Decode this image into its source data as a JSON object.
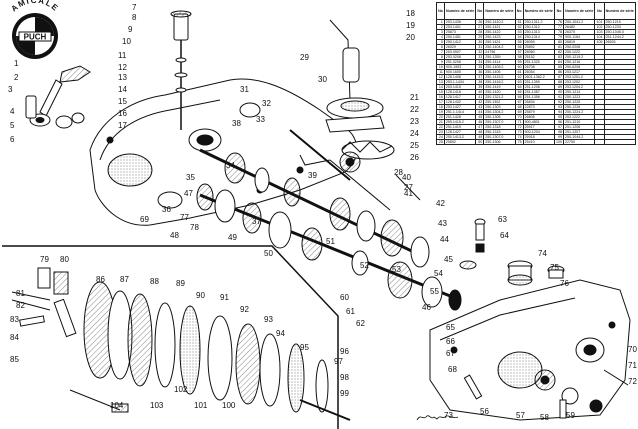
{
  "logo": {
    "top_text": "AMICALE",
    "center_text": "PUCH"
  },
  "table": {
    "header_no": "No",
    "header_ref": "Numéro de série",
    "columns": [
      [
        [
          "1",
          "253.1436"
        ],
        [
          "2",
          "253.1401"
        ],
        [
          "3",
          "25873"
        ],
        [
          "4",
          "250.1451"
        ],
        [
          "5",
          "250.1412"
        ],
        [
          "6",
          "26029"
        ],
        [
          "7",
          "253.0907"
        ],
        [
          "8",
          "253.0208"
        ],
        [
          "9",
          "251.0208"
        ],
        [
          "10",
          "900-1953"
        ],
        [
          "11",
          "900.1605"
        ],
        [
          "12",
          "128.1408"
        ],
        [
          "13",
          "253.1.1434"
        ],
        [
          "14",
          "253.1415"
        ],
        [
          "15",
          "128.1416"
        ],
        [
          "16",
          "128.1417"
        ],
        [
          "17",
          "128.1432"
        ],
        [
          "18",
          "253.1427"
        ],
        [
          "19",
          "251.1.1414"
        ],
        [
          "20",
          "251.1428"
        ],
        [
          "21",
          "255.1415.2"
        ],
        [
          "22",
          "251.1419"
        ],
        [
          "23",
          "128.1427"
        ],
        [
          "24",
          "250.1413.2"
        ],
        [
          "25",
          "25892"
        ]
      ],
      [
        [
          "26",
          "250-1410.2"
        ],
        [
          "27",
          "250-1421"
        ],
        [
          "28",
          "250-1422"
        ],
        [
          "29",
          "250-1423"
        ],
        [
          "30",
          "250.1424"
        ],
        [
          "31",
          "250-1404.2"
        ],
        [
          "32",
          "24796"
        ],
        [
          "33",
          "250-1359"
        ],
        [
          "34",
          "250-1414"
        ],
        [
          "35",
          "250-1405.2"
        ],
        [
          "36",
          "250-1406"
        ],
        [
          "37",
          "250-1415.2"
        ],
        [
          "38",
          "250-1416.2"
        ],
        [
          "39",
          "250-1419"
        ],
        [
          "40",
          "250-1420"
        ],
        [
          "41",
          "250-1321.2"
        ],
        [
          "42",
          "250.1302"
        ],
        [
          "43",
          "250-1303"
        ],
        [
          "44",
          "250-1304.2"
        ],
        [
          "45",
          "250-1305"
        ],
        [
          "46",
          "250-1307.0"
        ],
        [
          "47",
          "250-1318"
        ],
        [
          "48",
          "250-1315"
        ],
        [
          "49",
          "250-1307.0"
        ],
        [
          "50",
          "250-1306"
        ]
      ],
      [
        [
          "51",
          "250-1311.2"
        ],
        [
          "52",
          "250-1312"
        ],
        [
          "53",
          "250-1313"
        ],
        [
          "54",
          "250-1314"
        ],
        [
          "55",
          "26059"
        ],
        [
          "56",
          "25892"
        ],
        [
          "57",
          "26060"
        ],
        [
          "58",
          "25152"
        ],
        [
          "59",
          "251.1325"
        ],
        [
          "60",
          "26708"
        ],
        [
          "61",
          "26054"
        ],
        [
          "62",
          "2601-1362.2"
        ],
        [
          "63",
          "251-1359"
        ],
        [
          "64",
          "251-1206"
        ],
        [
          "65",
          "251-1357"
        ],
        [
          "66",
          "251-1356"
        ],
        [
          "67",
          "26834"
        ],
        [
          "68",
          "22873"
        ],
        [
          "69",
          "25879"
        ],
        [
          "70",
          "26808"
        ],
        [
          "71",
          "900-4801"
        ],
        [
          "72",
          "25917"
        ],
        [
          "73",
          "900-1204"
        ],
        [
          "74",
          "25918"
        ],
        [
          "75",
          "25410"
        ]
      ],
      [
        [
          "76",
          "250-1041.2"
        ],
        [
          "77",
          "26482"
        ],
        [
          "78",
          "26370"
        ],
        [
          "79",
          "900-1184"
        ],
        [
          "80",
          "26819"
        ],
        [
          "81",
          "250-0208"
        ],
        [
          "82",
          "250.1222"
        ],
        [
          "83",
          "250-1219.2"
        ],
        [
          "84",
          "250-1216"
        ],
        [
          "85",
          "250-6208"
        ],
        [
          "86",
          "253.1217"
        ],
        [
          "87",
          "253.1201.2"
        ],
        [
          "88",
          "253.1202"
        ],
        [
          "89",
          "253.1204.2"
        ],
        [
          "90",
          "250-1214"
        ],
        [
          "91",
          "250-1223"
        ],
        [
          "92",
          "250-1225"
        ],
        [
          "93",
          "250-1226"
        ],
        [
          "94",
          "250-1224.2"
        ],
        [
          "95",
          "253.1222"
        ],
        [
          "96",
          "251-1210"
        ],
        [
          "97",
          "251-1206"
        ],
        [
          "98",
          "251-1207"
        ],
        [
          "99",
          "250-1044.2"
        ],
        [
          "100",
          "22750"
        ]
      ],
      [
        [
          "101",
          "250-1215"
        ],
        [
          "102",
          "250-1233"
        ],
        [
          "103",
          "250-1045.0"
        ],
        [
          "104",
          "251-1244.2"
        ],
        [
          "105",
          "26526"
        ]
      ]
    ]
  },
  "callouts": [
    "1",
    "2",
    "3",
    "4",
    "5",
    "6",
    "7",
    "8",
    "9",
    "10",
    "11",
    "12",
    "13",
    "14",
    "15",
    "16",
    "17",
    "18",
    "19",
    "20",
    "21",
    "22",
    "23",
    "24",
    "25",
    "26",
    "27",
    "28",
    "29",
    "30",
    "31",
    "32",
    "33",
    "34",
    "35",
    "36",
    "37",
    "38",
    "39",
    "40",
    "41",
    "42",
    "43",
    "44",
    "45",
    "46",
    "47",
    "48",
    "49",
    "50",
    "51",
    "52",
    "53",
    "54",
    "55",
    "56",
    "57",
    "58",
    "59",
    "60",
    "61",
    "62",
    "63",
    "64",
    "65",
    "66",
    "67",
    "68",
    "69",
    "70",
    "71",
    "72",
    "73",
    "74",
    "75",
    "76",
    "77",
    "78",
    "79",
    "80",
    "81",
    "82",
    "83",
    "84",
    "85",
    "86",
    "87",
    "88",
    "89",
    "90",
    "91",
    "92",
    "93",
    "94",
    "95",
    "96",
    "97",
    "98",
    "99",
    "100",
    "101",
    "102",
    "103",
    "104"
  ]
}
